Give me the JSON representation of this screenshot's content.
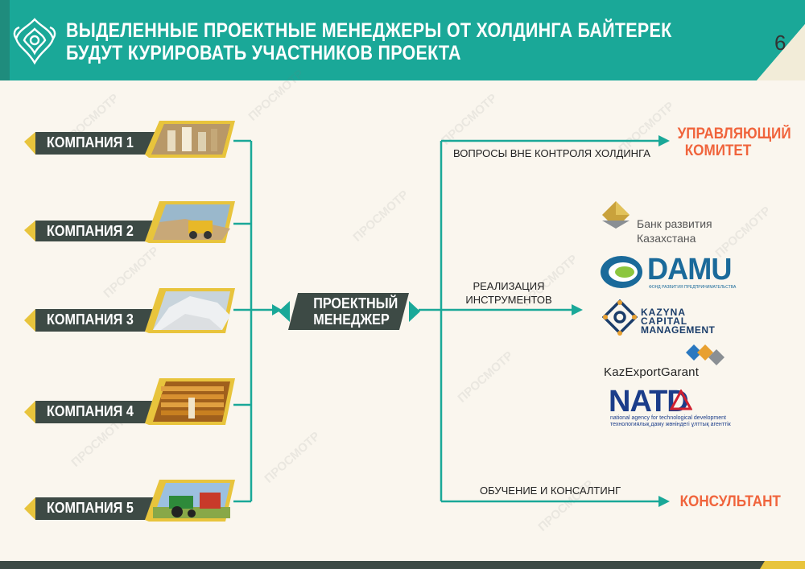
{
  "header": {
    "title_line1": "ВЫДЕЛЕННЫЕ ПРОЕКТНЫЕ МЕНЕДЖЕРЫ ОТ ХОЛДИНГА БАЙТЕРЕК",
    "title_line2": "БУДУТ КУРИРОВАТЬ УЧАСТНИКОВ ПРОЕКТА",
    "page_number": "6"
  },
  "companies": [
    {
      "label": "КОМПАНИЯ 1",
      "icon": "factory-photo"
    },
    {
      "label": "КОМПАНИЯ 2",
      "icon": "quarry-truck-photo"
    },
    {
      "label": "КОМПАНИЯ 3",
      "icon": "salt-pile-photo"
    },
    {
      "label": "КОМПАНИЯ 4",
      "icon": "warehouse-photo"
    },
    {
      "label": "КОМПАНИЯ 5",
      "icon": "tractor-photo"
    }
  ],
  "project_manager": {
    "line1": "ПРОЕКТНЫЙ",
    "line2": "МЕНЕДЖЕР"
  },
  "branches": {
    "top": {
      "label": "ВОПРОСЫ ВНЕ КОНТРОЛЯ ХОЛДИНГА",
      "target_line1": "УПРАВЛЯЮЩИЙ",
      "target_line2": "КОМИТЕТ"
    },
    "middle": {
      "label_line1": "РЕАЛИЗАЦИЯ",
      "label_line2": "ИНСТРУМЕНТОВ"
    },
    "bottom": {
      "label": "ОБУЧЕНИЕ И КОНСАЛТИНГ",
      "target": "КОНСУЛЬТАНТ"
    }
  },
  "logos": {
    "bank": {
      "line1": "Банк развития",
      "line2": "Казахстана"
    },
    "damu": {
      "name": "DAMU",
      "sub": "ФОНД РАЗВИТИЯ ПРЕДПРИНИМАТЕЛЬСТВА"
    },
    "kazyna": {
      "line1": "KAZYNA",
      "line2": "CAPITAL",
      "line3": "MANAGEMENT"
    },
    "kazexport": {
      "name": "KazExportGarant"
    },
    "natd": {
      "name": "NATD",
      "sub1": "national agency for technological development",
      "sub2": "технологиялық даму жөніндегі ұлттық агенттік"
    }
  },
  "watermark_text": "ПРОСМОТР",
  "colors": {
    "teal": "#1aa898",
    "dark": "#3d4a45",
    "gold": "#e8c43c",
    "orange": "#f0643c",
    "background": "#faf6ee"
  }
}
